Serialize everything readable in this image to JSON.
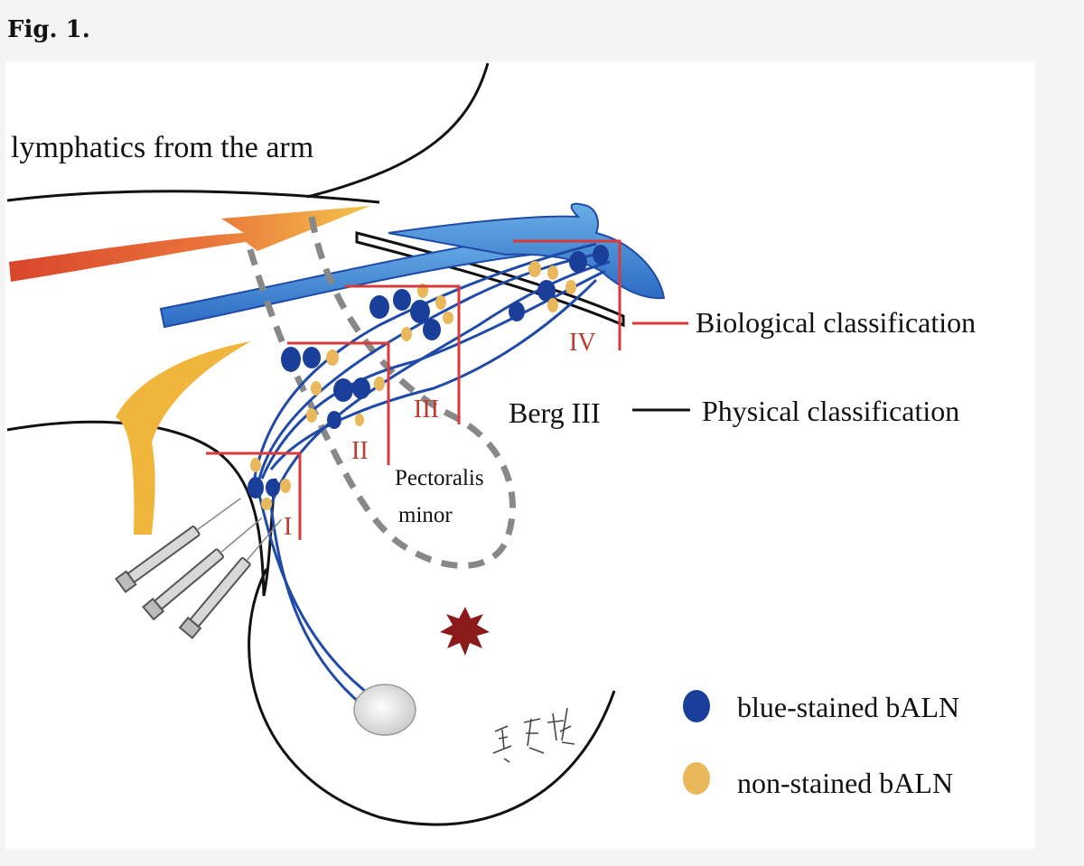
{
  "figure_label": "Fig. 1.",
  "labels": {
    "lymphatics": "lymphatics from the arm",
    "biological": "Biological classification",
    "physical": "Physical classification",
    "berg": "Berg III",
    "pectoralis_1": "Pectoralis",
    "pectoralis_2": "minor"
  },
  "levels": [
    "I",
    "II",
    "III",
    "IV"
  ],
  "legend": [
    {
      "label": "blue-stained bALN",
      "color": "#1a3f9a"
    },
    {
      "label": "non-stained bALN",
      "color": "#e8b85a"
    }
  ],
  "colors": {
    "vessel": "#1f4aa8",
    "vein": "#2f7fd0",
    "level_line": "#d93b3b",
    "lymph_node_blue": "#1a3f9a",
    "lymph_node_tan": "#e8b85a",
    "tumor": "#8b1a1a"
  }
}
